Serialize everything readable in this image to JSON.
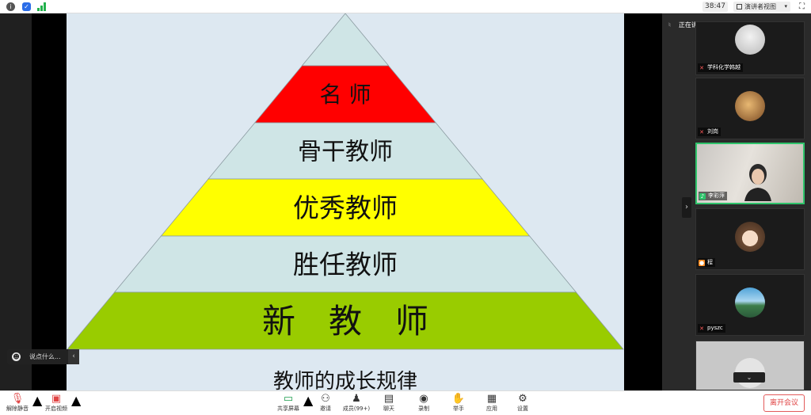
{
  "topbar": {
    "timer": "38:47",
    "view_label": "演讲者视图",
    "view_caret": "▾",
    "fullscreen_icon": "fullscreen-icon"
  },
  "slide": {
    "levels": [
      {
        "label": "名 师",
        "color": "#ff0000"
      },
      {
        "label": "骨干教师",
        "color": "#cfe5e6"
      },
      {
        "label": "优秀教师",
        "color": "#ffff00"
      },
      {
        "label": "胜任教师",
        "color": "#cfe5e6"
      },
      {
        "label": "新　教　师",
        "color": "#99cc00"
      }
    ],
    "apex_color": "#cfe5e6",
    "caption": "教师的成长规律"
  },
  "chat_pill": {
    "placeholder": "说点什么...",
    "arrow": "‹"
  },
  "panel": {
    "speaking_label": "正在讲话: 李彩萍;",
    "toggle": "›",
    "scroll_down": "⌄",
    "participants": [
      {
        "name": "学科化学韩越",
        "mic": "muted"
      },
      {
        "name": "刘岗",
        "mic": "muted"
      },
      {
        "name": "李彩萍",
        "mic": "live"
      },
      {
        "name": "程",
        "mic": "orange"
      },
      {
        "name": "pyszc",
        "mic": "muted"
      },
      {
        "name": "",
        "mic": "none"
      }
    ]
  },
  "toolbar": {
    "mute": "解除静音",
    "video": "开启视频",
    "share": "共享屏幕",
    "invite": "邀请",
    "members": "成员(99+)",
    "chat": "聊天",
    "record": "录制",
    "raise_hand": "举手",
    "apps": "应用",
    "settings": "设置",
    "leave": "离开会议"
  }
}
